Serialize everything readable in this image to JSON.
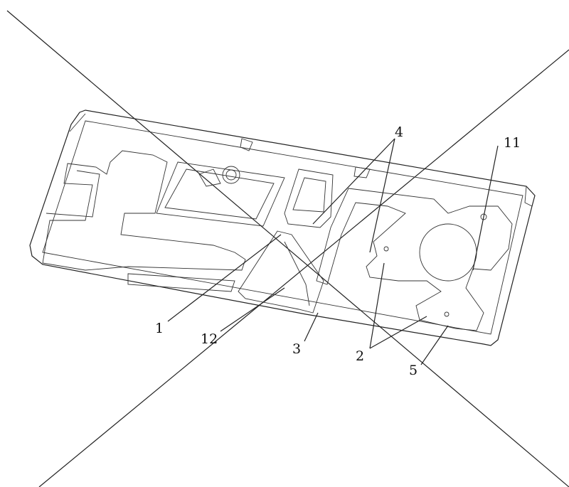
{
  "figure": {
    "description_labels": [
      {
        "id": "label-4",
        "text": "4"
      },
      {
        "id": "label-11",
        "text": "11"
      },
      {
        "id": "label-1",
        "text": "1"
      },
      {
        "id": "label-12",
        "text": "12"
      },
      {
        "id": "label-3",
        "text": "3"
      },
      {
        "id": "label-2",
        "text": "2"
      },
      {
        "id": "label-5",
        "text": "5"
      }
    ],
    "colors": {
      "ink": "#222222",
      "background": "#ffffff"
    }
  }
}
